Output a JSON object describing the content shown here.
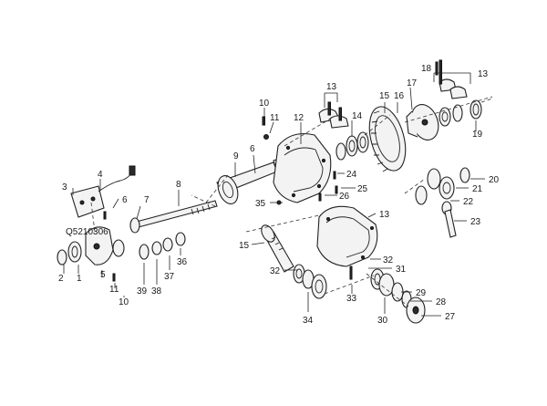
{
  "diagram_code": "Q5210306",
  "callouts": [
    {
      "id": "c1",
      "label": "1"
    },
    {
      "id": "c2",
      "label": "2"
    },
    {
      "id": "c3",
      "label": "3"
    },
    {
      "id": "c4",
      "label": "4"
    },
    {
      "id": "c5",
      "label": "5"
    },
    {
      "id": "c6a",
      "label": "6"
    },
    {
      "id": "c6b",
      "label": "6"
    },
    {
      "id": "c7",
      "label": "7"
    },
    {
      "id": "c8",
      "label": "8"
    },
    {
      "id": "c9",
      "label": "9"
    },
    {
      "id": "c10a",
      "label": "10"
    },
    {
      "id": "c10b",
      "label": "10"
    },
    {
      "id": "c11a",
      "label": "11"
    },
    {
      "id": "c11b",
      "label": "11"
    },
    {
      "id": "c12",
      "label": "12"
    },
    {
      "id": "c13a",
      "label": "13"
    },
    {
      "id": "c13b",
      "label": "13"
    },
    {
      "id": "c13c",
      "label": "13"
    },
    {
      "id": "c14",
      "label": "14"
    },
    {
      "id": "c15a",
      "label": "15"
    },
    {
      "id": "c15b",
      "label": "15"
    },
    {
      "id": "c16",
      "label": "16"
    },
    {
      "id": "c17",
      "label": "17"
    },
    {
      "id": "c18",
      "label": "18"
    },
    {
      "id": "c19",
      "label": "19"
    },
    {
      "id": "c20",
      "label": "20"
    },
    {
      "id": "c21",
      "label": "21"
    },
    {
      "id": "c22",
      "label": "22"
    },
    {
      "id": "c23",
      "label": "23"
    },
    {
      "id": "c24",
      "label": "24"
    },
    {
      "id": "c25",
      "label": "25"
    },
    {
      "id": "c26",
      "label": "26"
    },
    {
      "id": "c27",
      "label": "27"
    },
    {
      "id": "c28",
      "label": "28"
    },
    {
      "id": "c29",
      "label": "29"
    },
    {
      "id": "c30",
      "label": "30"
    },
    {
      "id": "c31",
      "label": "31"
    },
    {
      "id": "c32a",
      "label": "32"
    },
    {
      "id": "c32b",
      "label": "32"
    },
    {
      "id": "c33",
      "label": "33"
    },
    {
      "id": "c34",
      "label": "34"
    },
    {
      "id": "c35",
      "label": "35"
    },
    {
      "id": "c36",
      "label": "36"
    },
    {
      "id": "c37",
      "label": "37"
    },
    {
      "id": "c38",
      "label": "38"
    },
    {
      "id": "c39",
      "label": "39"
    }
  ]
}
